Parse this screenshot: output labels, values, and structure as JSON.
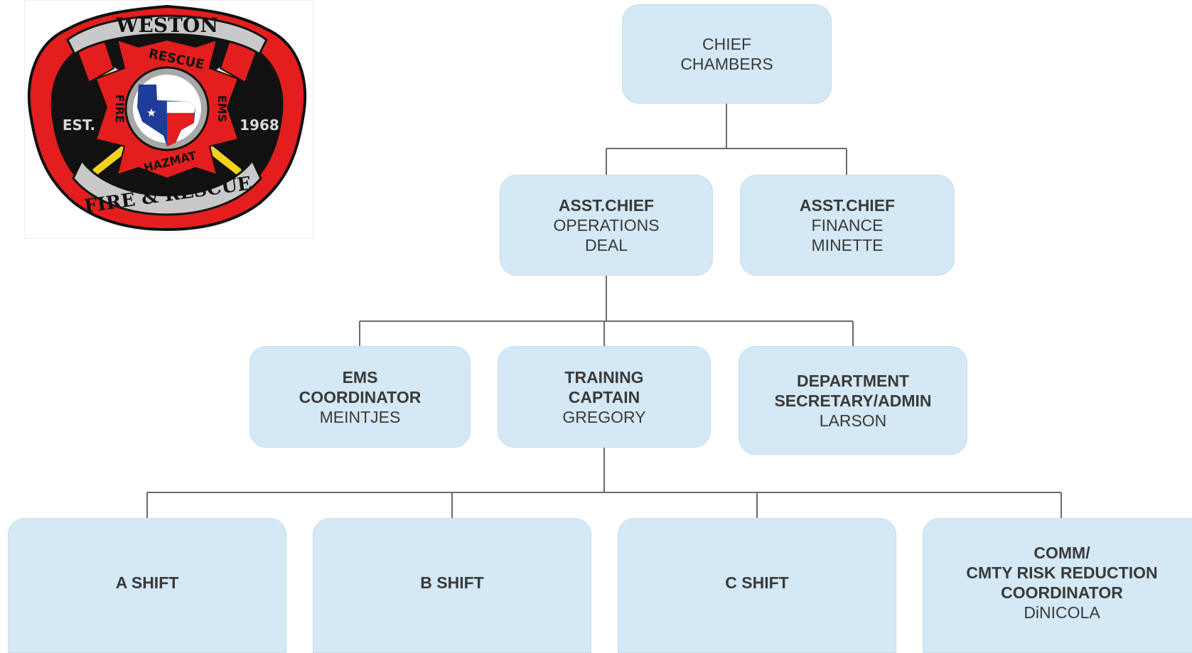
{
  "logo": {
    "top_text": "WESTON",
    "bottom_text": "FIRE & RESCUE",
    "cross_top": "RESCUE",
    "cross_bottom": "HAZMAT",
    "cross_left": "FIRE",
    "cross_right": "EMS",
    "est_left": "EST.",
    "est_right": "1968",
    "colors": {
      "red": "#e41e1e",
      "black": "#111111",
      "grey": "#a8a8a8",
      "yellow": "#f2d21b",
      "blue": "#1f3c9a"
    }
  },
  "colors": {
    "node_fill": "#d4e8f5",
    "connector": "#6b6b6b",
    "text": "#3a3a3a"
  },
  "nodes": {
    "chief": {
      "title": "CHIEF",
      "name": "CHAMBERS"
    },
    "asst_ops": {
      "title": "ASST.CHIEF",
      "dept": "OPERATIONS",
      "name": "DEAL"
    },
    "asst_fin": {
      "title": "ASST.CHIEF",
      "dept": "FINANCE",
      "name": "MINETTE"
    },
    "ems": {
      "line1": "EMS",
      "line2": "COORDINATOR",
      "name": "MEINTJES"
    },
    "training": {
      "line1": "TRAINING",
      "line2": "CAPTAIN",
      "name": "GREGORY"
    },
    "secretary": {
      "line1": "DEPARTMENT",
      "line2": "SECRETARY/ADMIN",
      "name": "LARSON"
    },
    "a_shift": {
      "label": "A SHIFT"
    },
    "b_shift": {
      "label": "B SHIFT"
    },
    "c_shift": {
      "label": "C SHIFT"
    },
    "comm": {
      "line1": "COMM/",
      "line2": "CMTY RISK REDUCTION",
      "line3": "COORDINATOR",
      "name": "DiNICOLA"
    }
  }
}
